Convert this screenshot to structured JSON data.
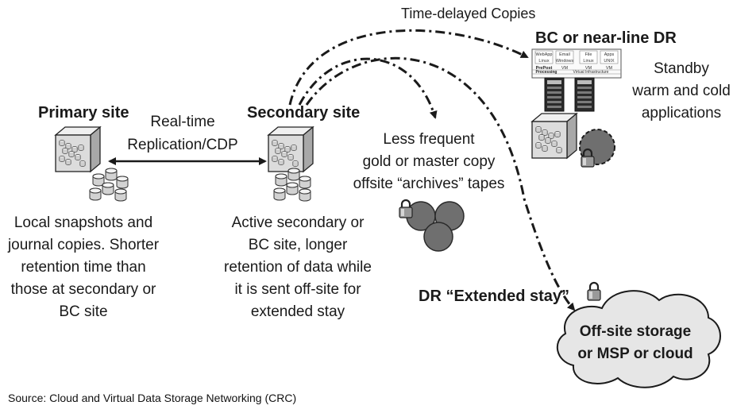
{
  "top_label": "Time-delayed Copies",
  "primary": {
    "title": "Primary site",
    "lines": [
      "Local snapshots and",
      "journal copies. Shorter",
      "retention time than",
      "those at secondary or",
      "BC site"
    ]
  },
  "replication": {
    "line1": "Real-time",
    "line2": "Replication/CDP"
  },
  "secondary": {
    "title": "Secondary site",
    "lines": [
      "Active secondary or",
      "BC site, longer",
      "retention of data while",
      "it is sent off-site for",
      "extended stay"
    ]
  },
  "archives": {
    "lines": [
      "Less frequent",
      "gold or master copy",
      "offsite “archives” tapes"
    ]
  },
  "bc": {
    "title": "BC or near-line DR",
    "standby": [
      "Standby",
      "warm and cold",
      "applications"
    ],
    "grid": {
      "cols": [
        {
          "name": "WebApp",
          "os": "Linux"
        },
        {
          "name": "Email",
          "os": "Windows"
        },
        {
          "name": "File",
          "os": "Linux"
        },
        {
          "name": "Apps",
          "os": "UNIX"
        }
      ],
      "row3": [
        "PrePost",
        "VM",
        "VM",
        "VM"
      ],
      "footer_left": "Processing",
      "footer_right": "Virtual Infrastructure"
    }
  },
  "dr_label": "DR “Extended stay”",
  "cloud": {
    "line1": "Off-site storage",
    "line2": "or MSP or cloud"
  },
  "source": "Source: Cloud and Virtual Data Storage Networking (CRC)",
  "colors": {
    "ink": "#1a1a1a",
    "box_face": "#dcdcdc",
    "box_top": "#f0f0f0",
    "box_side": "#a8a8a8",
    "tape": "#6f6f6f",
    "cloud_fill": "#e6e6e6"
  }
}
